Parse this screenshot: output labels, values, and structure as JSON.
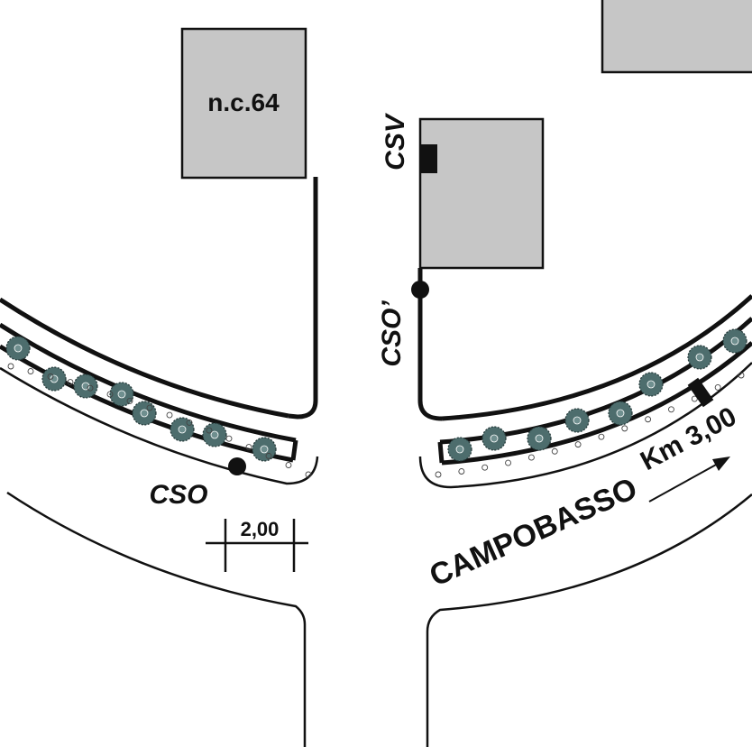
{
  "colors": {
    "building_fill": "#c6c6c6",
    "line": "#111111",
    "tree": "#4d6d6d",
    "background": "#ffffff"
  },
  "buildings": [
    {
      "id": "nc64",
      "label": "n.c.64"
    },
    {
      "id": "top-right",
      "label": ""
    },
    {
      "id": "center",
      "label": ""
    }
  ],
  "labels": {
    "csv": "CSV",
    "cso_prime": "CSO’",
    "cso": "CSO",
    "dimension": "2,00",
    "km": "Km 3,00",
    "road_name": "CAMPOBASSO"
  },
  "icons": [
    "tree-icon",
    "flower-icon",
    "point-marker-icon",
    "arrow-right-icon"
  ],
  "trees": {
    "left_count": 8,
    "right_count": 8
  }
}
